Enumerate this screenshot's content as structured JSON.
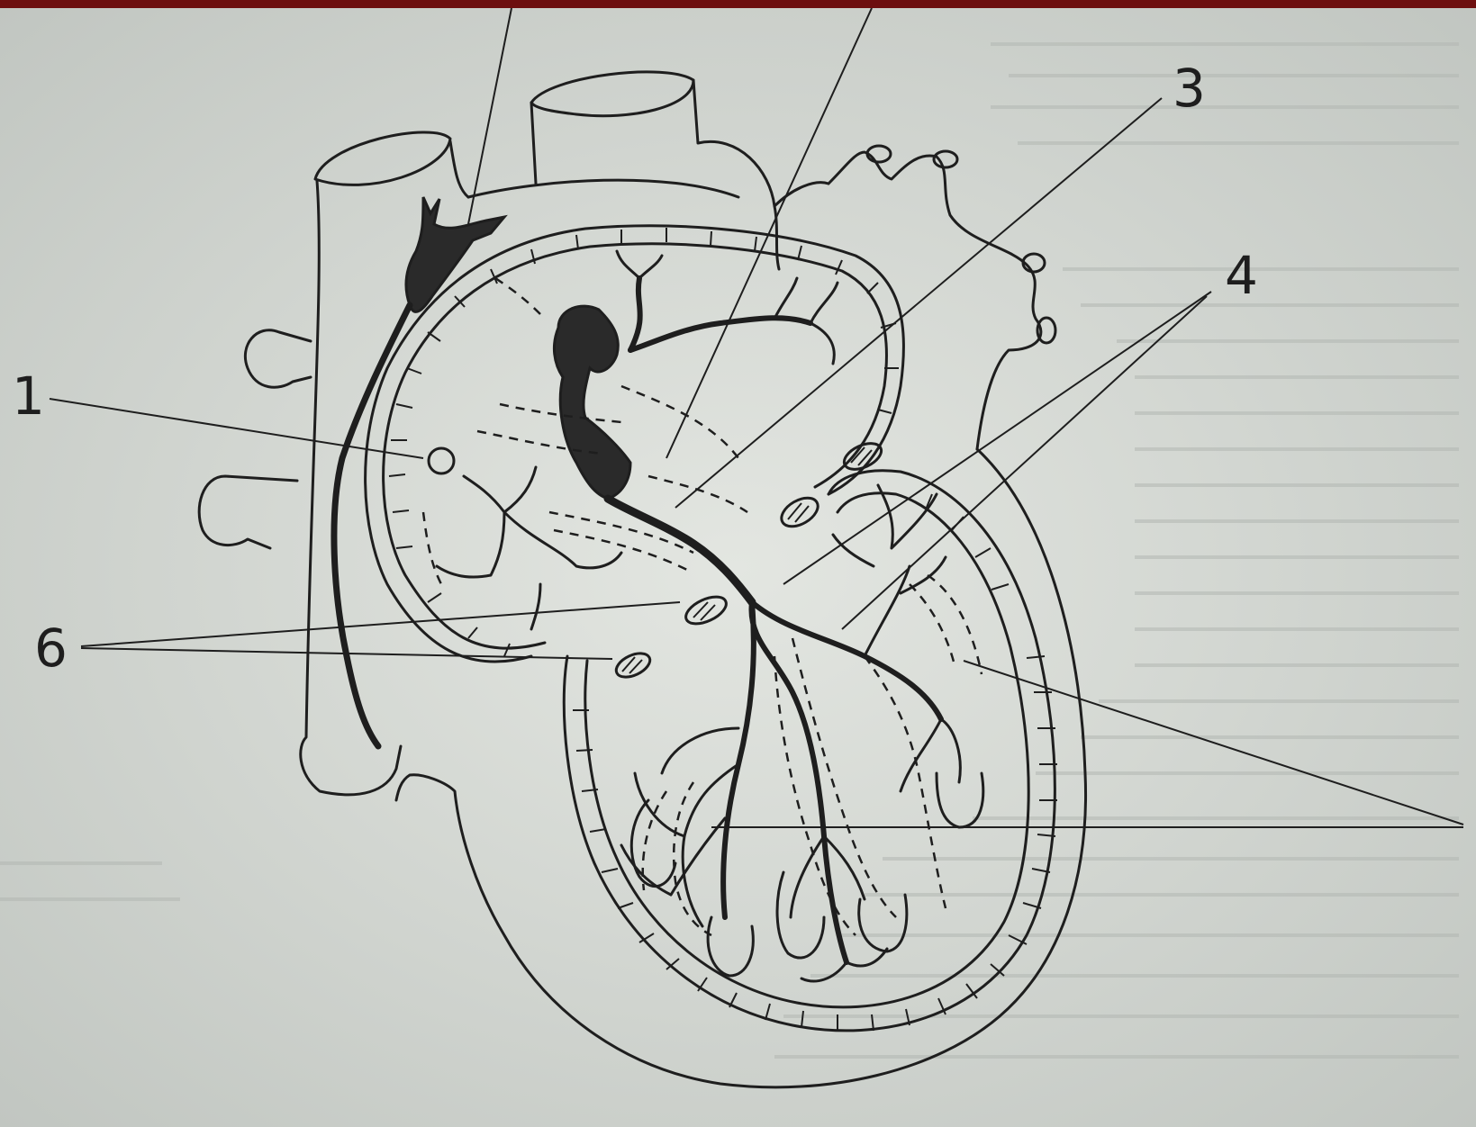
{
  "figure": {
    "labels": {
      "l1": "1",
      "l3": "3",
      "l4": "4",
      "l6": "6"
    }
  },
  "colors": {
    "border": "#6d0f0f",
    "paper": "#d9ddd8",
    "ink": "#1e1e1e"
  }
}
